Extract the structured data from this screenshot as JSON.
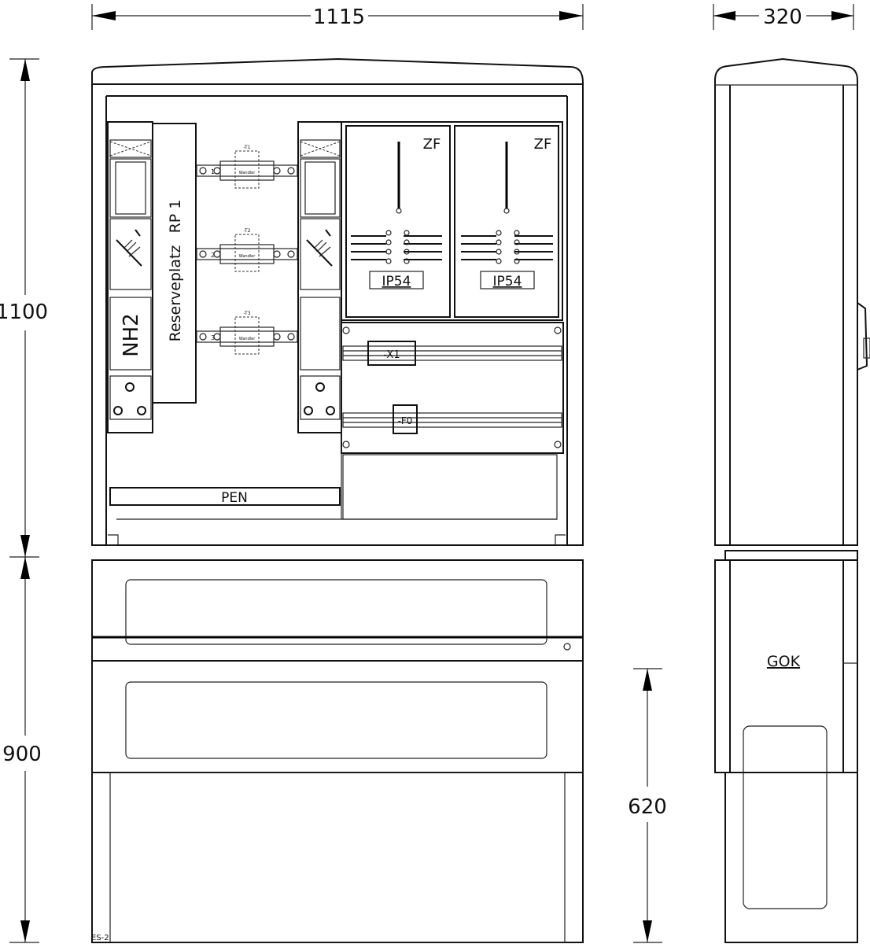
{
  "dimensions": {
    "width_front": "1115",
    "width_side": "320",
    "height_upper": "1100",
    "height_lower": "900",
    "height_base": "620"
  },
  "labels": {
    "reserve_title": "Reserveplatz",
    "reserve_id": "RP 1",
    "fuse": "NH2",
    "meter_left_tag": "ZF",
    "meter_right_tag": "ZF",
    "meter_left_ip": "IP54",
    "meter_right_ip": "IP54",
    "terminal_x1": "-X1",
    "terminal_f0": "-F0",
    "pen_bar": "PEN",
    "ground_level": "GOK",
    "drawing_code": "ES-2",
    "ct_1": "-T1",
    "ct_2": "-T2",
    "ct_3": "-T3",
    "wandler_1": "Wandler",
    "wandler_2": "Wandler",
    "wandler_3": "Wandler",
    "phase_1": "1",
    "phase_2": "2",
    "phase_3": "3"
  }
}
